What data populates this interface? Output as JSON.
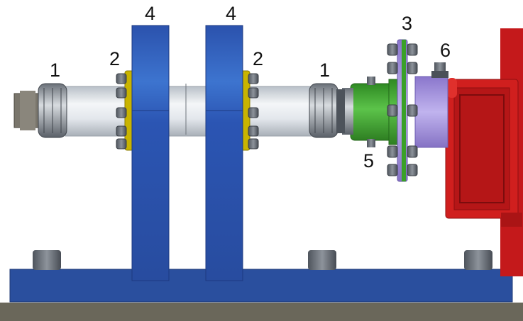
{
  "labels": {
    "collet_left": "1",
    "collet_right": "1",
    "flange_left": "2",
    "flange_right": "2",
    "coupling": "3",
    "support_left": "4",
    "support_right": "4",
    "green_hub": "5",
    "motor_screw": "6"
  },
  "colors": {
    "base": "#2a4f9e",
    "support": "#2f58b4",
    "tube": "#dfe4ea",
    "flange_ring": "#c9b400",
    "hub": "#3ea22f",
    "coupling_disc": "#9a86d8",
    "motor": "#c4191b",
    "ground": "#6a675a",
    "bolt": "#5a6068"
  }
}
